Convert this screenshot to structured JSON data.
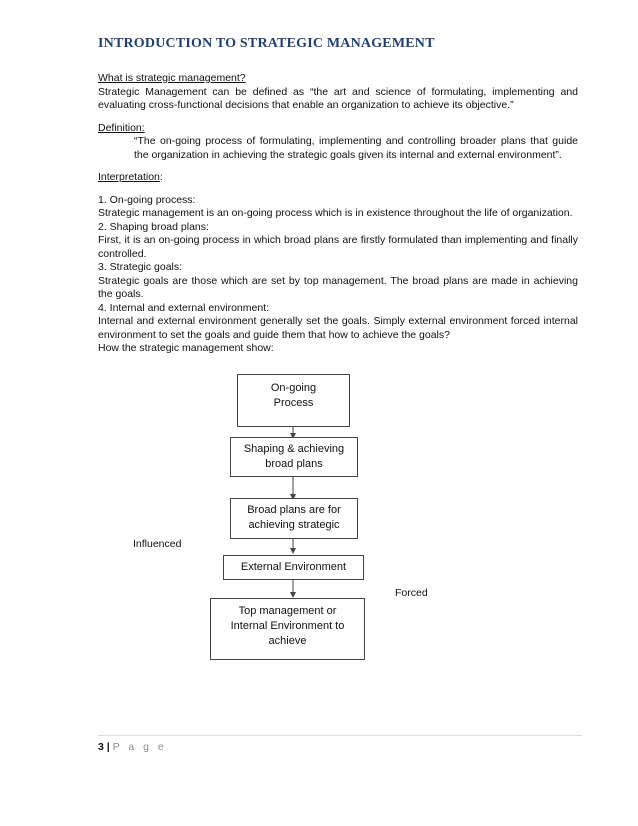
{
  "title": "INTRODUCTION TO STRATEGIC MANAGEMENT",
  "what_heading": "What is strategic management?",
  "what_text": "Strategic Management can be defined as “the art and science of formulating, implementing and evaluating cross-functional decisions that enable an organization to achieve its objective.”",
  "definition_heading": "Definition:",
  "definition_text": "“The on-going process of formulating, implementing and controlling broader plans that guide the organization in achieving the strategic goals given its internal and external environment”.",
  "interpretation_heading": "Interpretation",
  "interpretation_colon": ":",
  "items": [
    {
      "heading": "1. On-going process:",
      "text": "Strategic management is an on-going process which is in existence throughout the life of organization."
    },
    {
      "heading": "2. Shaping broad plans:",
      "text": "First, it is an on-going process in which broad plans are firstly formulated than implementing and finally controlled."
    },
    {
      "heading": "3. Strategic goals:",
      "text": "Strategic goals are those which are set by top management. The broad plans are made in achieving the goals."
    },
    {
      "heading": "4. Internal and external environment:",
      "text": "Internal and external environment generally set the goals. Simply external environment forced internal environment to set the goals and guide them that how to achieve the goals?"
    }
  ],
  "show_line": "How the strategic management show:",
  "flow": {
    "box1": "On-going\nProcess",
    "box2": "Shaping & achieving\nbroad plans",
    "box3": "Broad plans are for\nachieving strategic",
    "box4": "External Environment",
    "box5": "Top management or\nInternal Environment to\nachieve",
    "influenced": "Influenced",
    "forced": "Forced"
  },
  "footer": {
    "page_number": "3",
    "separator": "|",
    "page_word": "P a g e"
  }
}
